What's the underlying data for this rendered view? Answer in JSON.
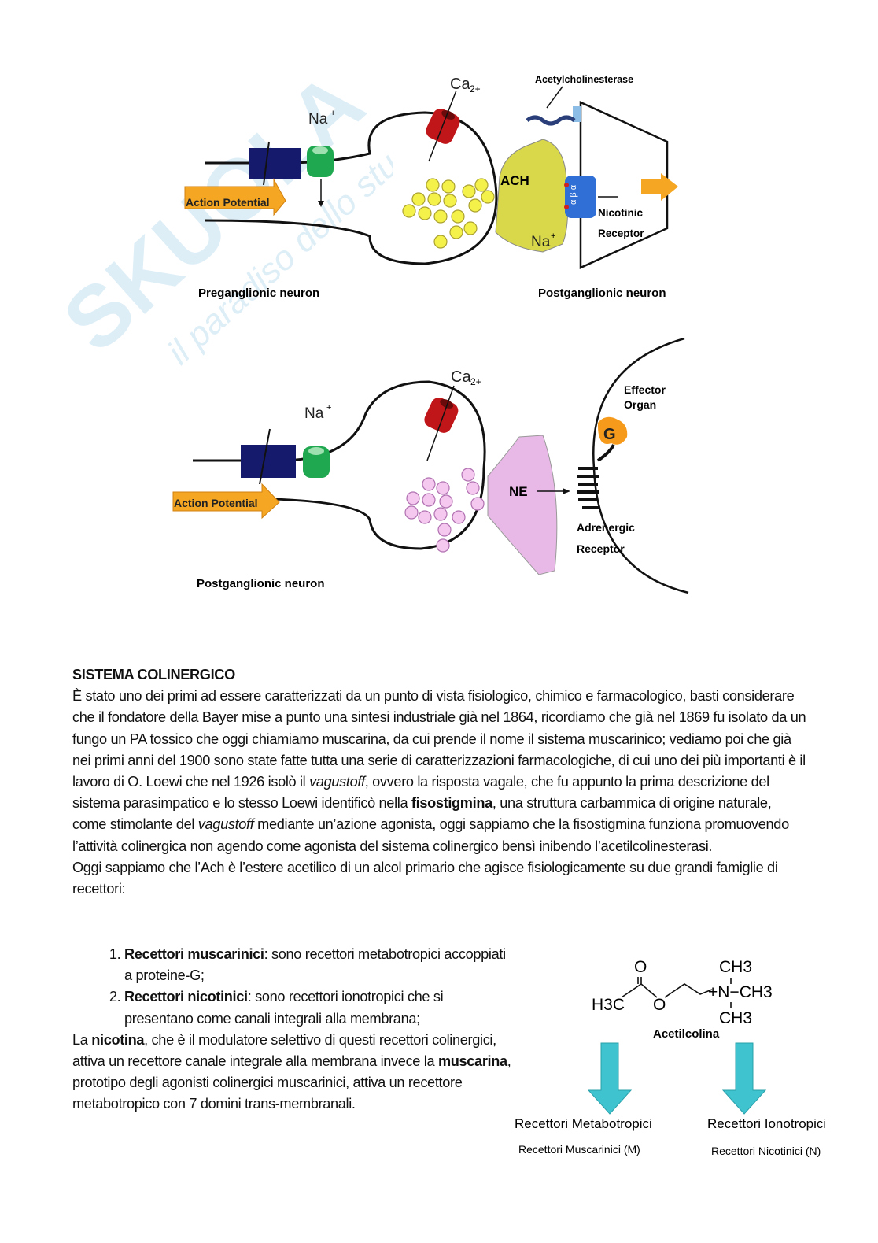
{
  "watermark": {
    "brand": "Skuola.net",
    "tagline": "il paradiso dello studente"
  },
  "diagram1": {
    "ca": "Ca",
    "ca_sup": "2+",
    "na": "Na",
    "na_sup": "+",
    "acetylcholinesterase": "Acetylcholinesterase",
    "action_potential": "Action Potential",
    "ach": "ACH",
    "na2": "Na",
    "na2_sup": "+",
    "nicotinic": "Nicotinic",
    "receptor": "Receptor",
    "receptor_subunits": "α β α",
    "pre_label": "Preganglionic neuron",
    "post_label": "Postganglionic neuron"
  },
  "diagram2": {
    "ca": "Ca",
    "ca_sup": "2+",
    "na": "Na",
    "na_sup": "+",
    "action_potential": "Action Potential",
    "ne": "NE",
    "effector": "Effector",
    "organ": "Organ",
    "g": "G",
    "adrenergic": "Adrenergic",
    "receptor": "Receptor",
    "post_label": "Postganglionic neuron"
  },
  "text": {
    "heading": "SISTEMA COLINERGICO",
    "p1_a": "È stato uno dei primi ad essere caratterizzati da un punto di vista fisiologico, chimico e farmacologico, basti considerare che il fondatore della Bayer mise a punto una sintesi industriale già nel 1864, ricordiamo che già nel 1869 fu isolato da un fungo un PA tossico che oggi chiamiamo muscarina, da cui prende il nome il sistema muscarinico; vediamo poi che già nei primi anni del 1900 sono state fatte tutta una serie di caratterizzazioni farmacologiche, di cui uno dei più importanti è il lavoro di O. Loewi che nel 1926 isolò il ",
    "p1_i1": "vagustoff",
    "p1_b": ", ovvero la risposta vagale, che fu appunto la prima descrizione del sistema parasimpatico e lo stesso Loewi identificò nella ",
    "p1_b1": "fisostigmina",
    "p1_c": ", una struttura carbammica di origine naturale, come stimolante del ",
    "p1_i2": "vagustoff",
    "p1_d": " mediante un’azione agonista, oggi sappiamo che la fisostigmina funziona promuovendo l’attività colinergica non agendo come agonista del sistema colinergico bensì inibendo l’acetilcolinesterasi.",
    "p2": "Oggi sappiamo che l’Ach è l’estere acetilico di un alcol primario che agisce fisiologicamente su due grandi famiglie di recettori:",
    "list": [
      {
        "bold": "Recettori muscarinici",
        "rest": ": sono recettori metabotropici accoppiati a proteine-G;"
      },
      {
        "bold": "Recettori nicotinici",
        "rest": ": sono recettori ionotropici che si presentano come canali integrali alla membrana;"
      }
    ],
    "p3_a": "La ",
    "p3_b1": "nicotina",
    "p3_b": ", che è il modulatore selettivo di questi recettori colinergici, attiva un recettore canale integrale alla membrana invece la ",
    "p3_b2": "muscarina",
    "p3_c": ", prototipo degli agonisti colinergici muscarinici, attiva un recettore metabotropico con 7 domini trans-membranali."
  },
  "chem": {
    "o_top": "O",
    "h3c": "H3C",
    "o_mid": "O",
    "ch3_top": "CH3",
    "n_plus": "+N−CH3",
    "ch3_bot": "CH3",
    "name": "Acetilcolina",
    "left_title": "Recettori Metabotropici",
    "left_sub": "Recettori Muscarinici (M)",
    "right_title": "Recettori Ionotropici",
    "right_sub": "Recettori Nicotinici (N)"
  },
  "colors": {
    "arrow_orange": "#f5a623",
    "ach_yellow": "#d8d84a",
    "ne_pink": "#e8b8e6",
    "teal": "#3fc4cf",
    "vesicle_yellow": "#f4f24a",
    "vesicle_pink": "#f5c8f0"
  }
}
